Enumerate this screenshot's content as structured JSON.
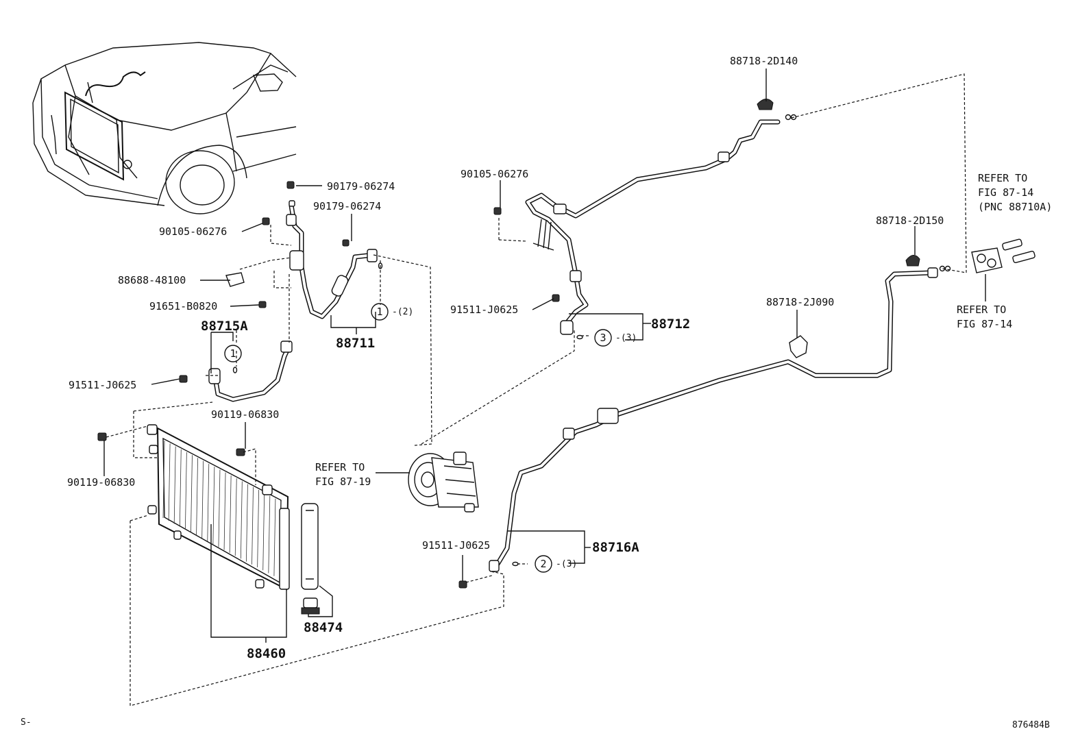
{
  "labels": {
    "p88718_2D140": "88718-2D140",
    "p90179_06274_a": "90179-06274",
    "p90179_06274_b": "90179-06274",
    "p90105_06276_a": "90105-06276",
    "p90105_06276_b": "90105-06276",
    "p88688_48100": "88688-48100",
    "p91651_B0820": "91651-B0820",
    "p88715A": "88715A",
    "p91511_J0625_a": "91511-J0625",
    "p91511_J0625_b": "91511-J0625",
    "p91511_J0625_c": "91511-J0625",
    "p88711": "88711",
    "p88712": "88712",
    "p88718_2D150": "88718-2D150",
    "p88718_2J090": "88718-2J090",
    "p90119_06830_a": "90119-06830",
    "p90119_06830_b": "90119-06830",
    "p88716A": "88716A",
    "p88474": "88474",
    "p88460": "88460",
    "refer_87_14_a_1": "REFER TO",
    "refer_87_14_a_2": "FIG 87-14",
    "refer_87_14_a_3": "(PNC 88710A)",
    "refer_87_14_b_1": "REFER TO",
    "refer_87_14_b_2": "FIG 87-14",
    "refer_87_19_1": "REFER TO",
    "refer_87_19_2": "FIG 87-19",
    "callout_1a": "1",
    "callout_1a_qty": "-(2)",
    "callout_1b": "1",
    "callout_2": "2",
    "callout_2_qty": "-(3)",
    "callout_3": "3",
    "callout_3_qty": "-(3)",
    "corner_left": "S-",
    "corner_right": "876484B"
  }
}
